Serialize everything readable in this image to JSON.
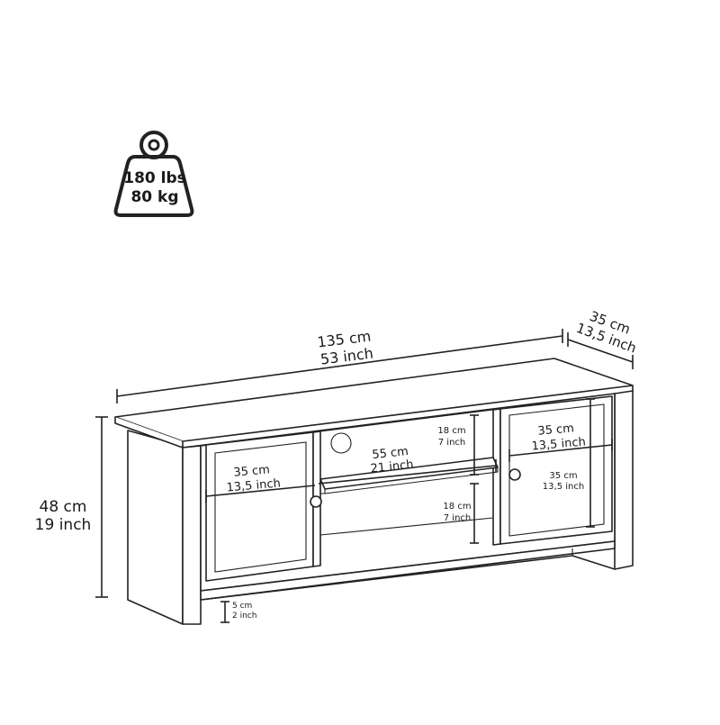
{
  "weight_badge": {
    "line1": "180 lbs",
    "line2": "80 kg"
  },
  "dimensions": {
    "width": {
      "metric": "135 cm",
      "imperial": "53 inch"
    },
    "depth": {
      "metric": "35 cm",
      "imperial": "13,5 inch"
    },
    "height": {
      "metric": "48 cm",
      "imperial": "19 inch"
    },
    "left_door_width": {
      "metric": "35 cm",
      "imperial": "13,5 inch"
    },
    "shelf_width": {
      "metric": "55 cm",
      "imperial": "21 inch"
    },
    "upper_shelf_height": {
      "metric": "18 cm",
      "imperial": "7 inch"
    },
    "lower_shelf_height": {
      "metric": "18 cm",
      "imperial": "7 inch"
    },
    "right_door_width": {
      "metric": "35 cm",
      "imperial": "13,5 inch"
    },
    "right_door_height": {
      "metric": "35 cm",
      "imperial": "13,5 inch"
    },
    "leg_clearance": {
      "metric": "5 cm",
      "imperial": "2 inch"
    }
  }
}
